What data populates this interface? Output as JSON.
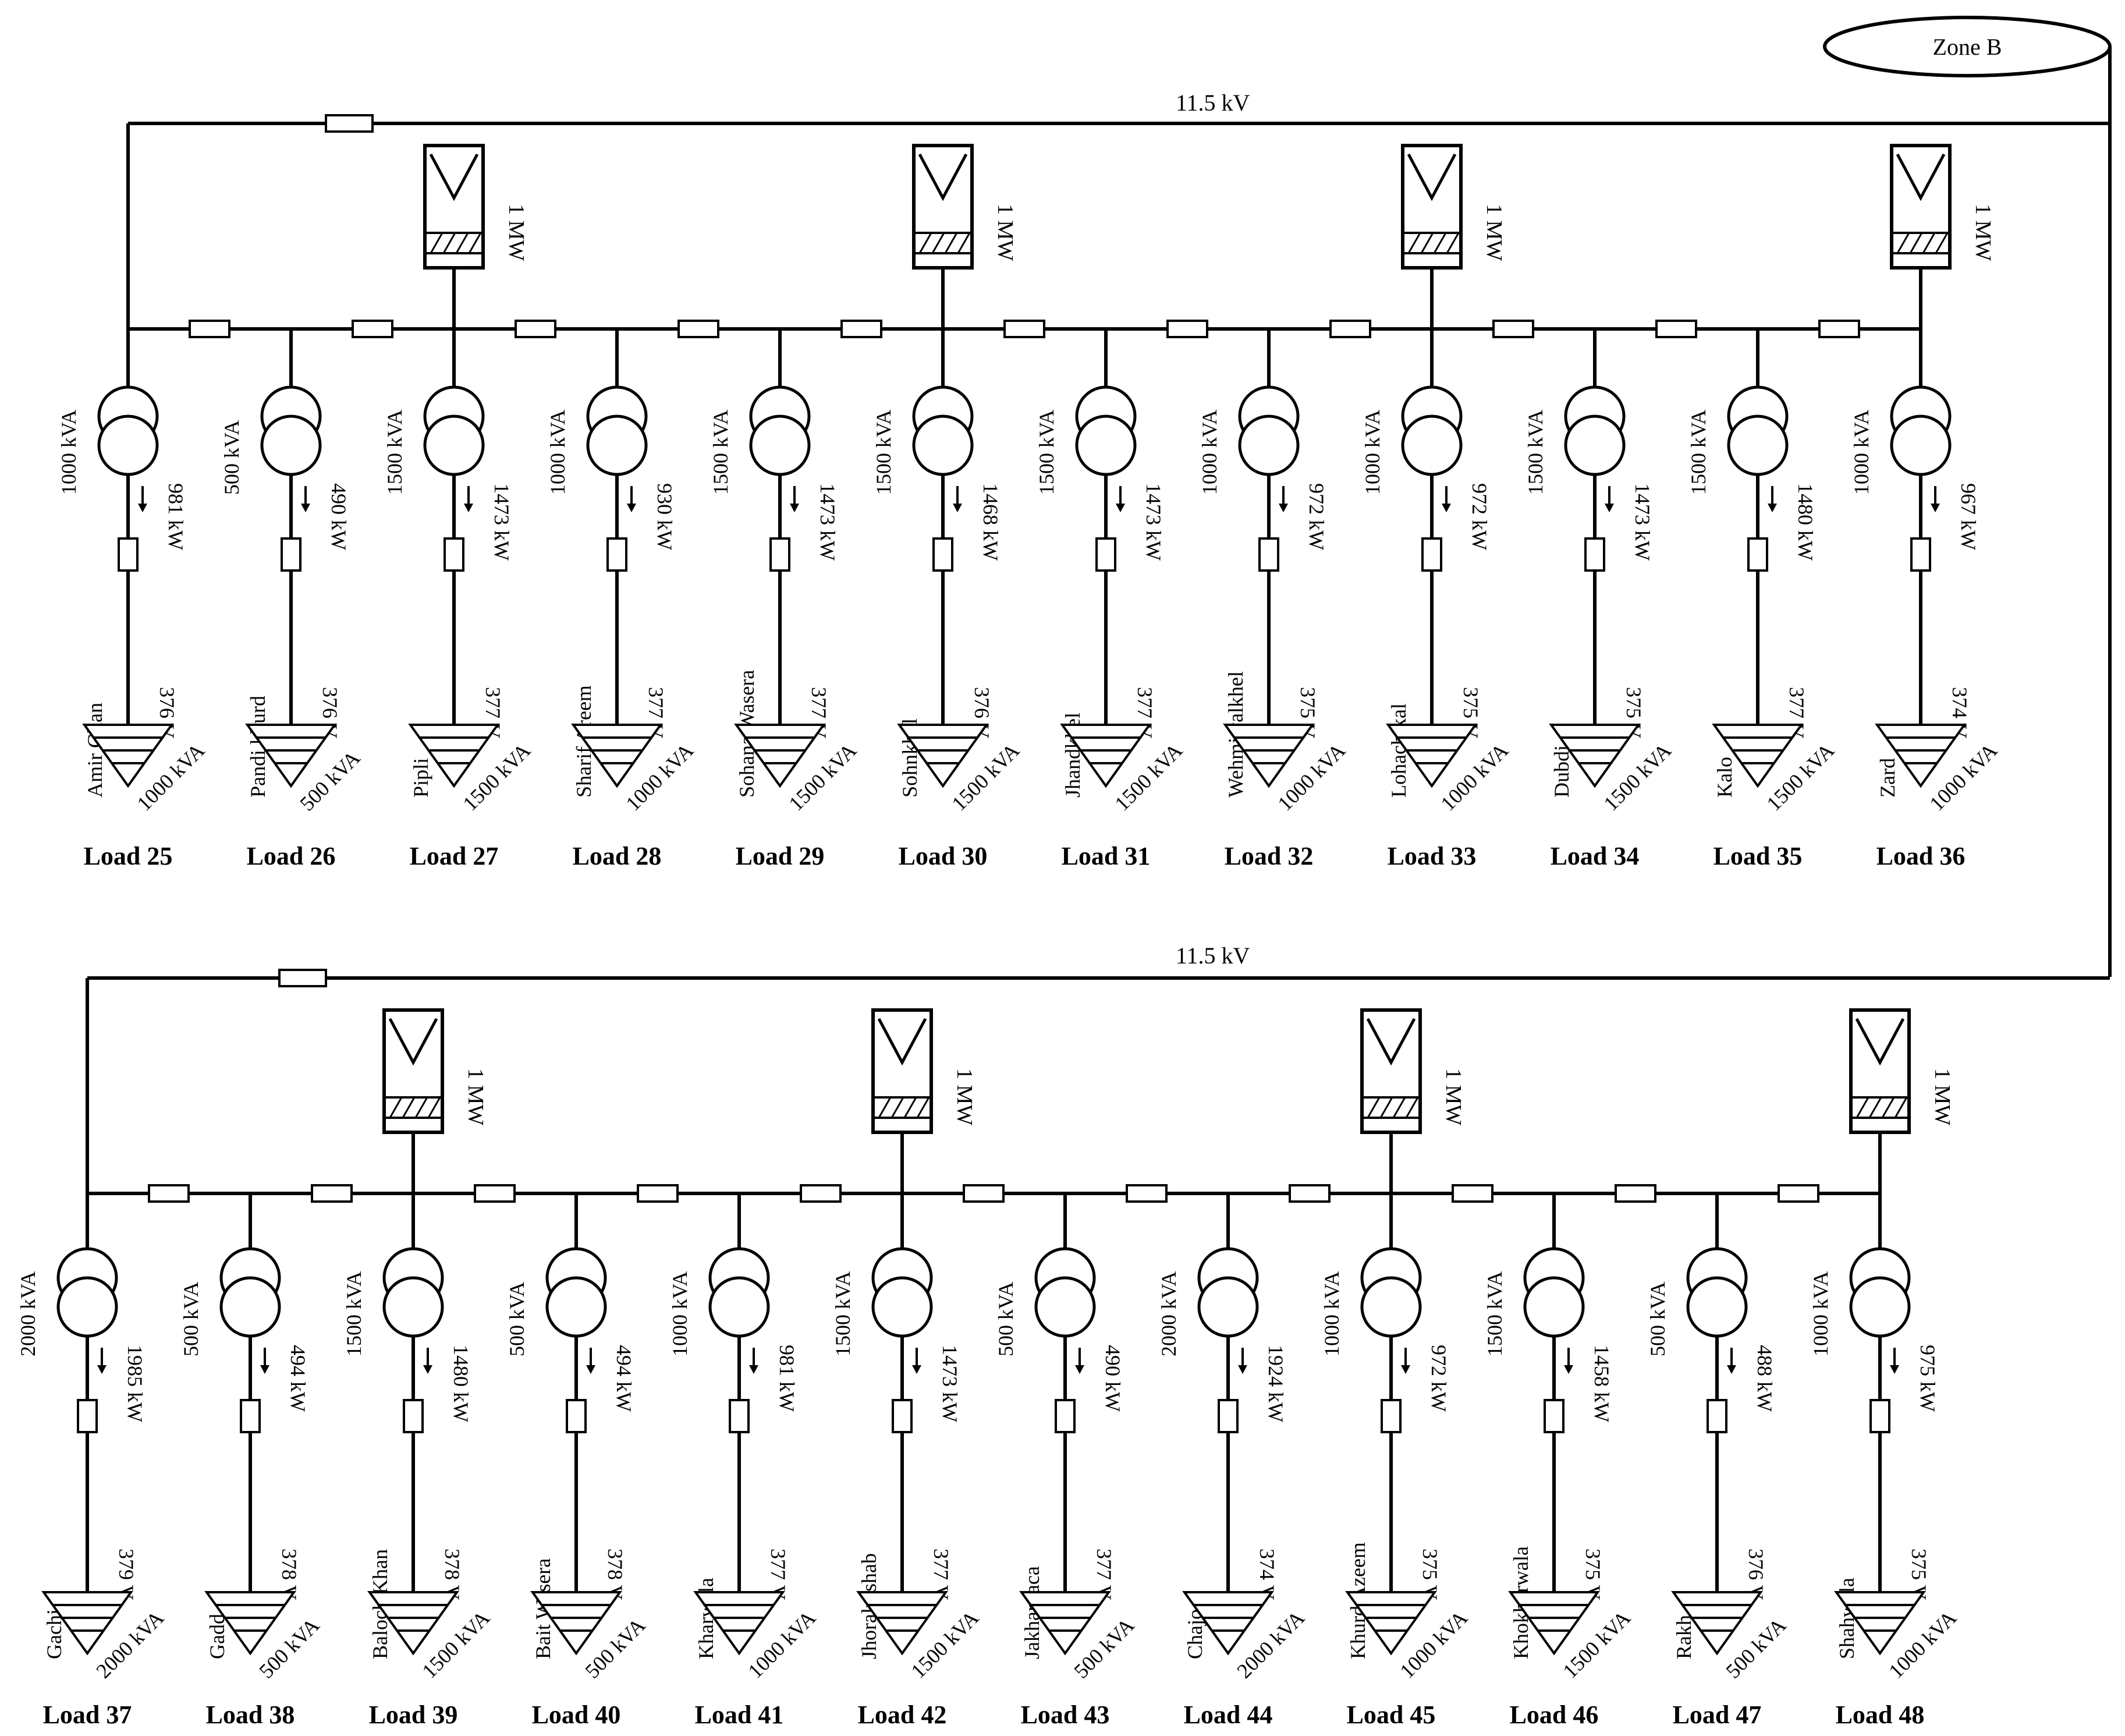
{
  "zone": {
    "label": "Zone B"
  },
  "sections": [
    {
      "voltage": "11.5 kV",
      "feeders": [
        {
          "kva": "1000 kVA",
          "kw": "981 kW",
          "name": "Amir Ghan",
          "v": "376 V",
          "load_kva": "1000 kVA",
          "load": "Load 25"
        },
        {
          "kva": "500 kVA",
          "kw": "490 kW",
          "name": "Pandi khurd",
          "v": "376 V",
          "load_kva": "500 kVA",
          "load": "Load 26"
        },
        {
          "kva": "1500 kVA",
          "kw": "1473 kW",
          "name": "Pipli",
          "v": "377 V",
          "load_kva": "1500 kVA",
          "load": "Load 27"
        },
        {
          "kva": "1000 kVA",
          "kw": "930 kW",
          "name": "Sharif Areem",
          "v": "377 V",
          "load_kva": "1000 kVA",
          "load": "Load 28"
        },
        {
          "kva": "1500 kVA",
          "kw": "1473 kW",
          "name": "Sohana Wasera",
          "v": "377 V",
          "load_kva": "1500 kVA",
          "load": "Load 29"
        },
        {
          "kva": "1500 kVA",
          "kw": "1468 kW",
          "name": "Sohnkhel",
          "v": "376 V",
          "load_kva": "1500 kVA",
          "load": "Load 30"
        },
        {
          "kva": "1500 kVA",
          "kw": "1473 kW",
          "name": "Jhandkhel",
          "v": "377 V",
          "load_kva": "1500 kVA",
          "load": "Load 31"
        },
        {
          "kva": "1000 kVA",
          "kw": "972 kW",
          "name": "Wehmiwalkhel",
          "v": "375 V",
          "load_kva": "1000 kVA",
          "load": "Load 32"
        },
        {
          "kva": "1000 kVA",
          "kw": "972 kW",
          "name": "Lohachikal",
          "v": "375 V",
          "load_kva": "1000 kVA",
          "load": "Load 33"
        },
        {
          "kva": "1500 kVA",
          "kw": "1473 kW",
          "name": "Dubdi",
          "v": "375 V",
          "load_kva": "1500 kVA",
          "load": "Load 34"
        },
        {
          "kva": "1500 kVA",
          "kw": "1480 kW",
          "name": "Kalo",
          "v": "377 V",
          "load_kva": "1500 kVA",
          "load": "Load 35"
        },
        {
          "kva": "1000 kVA",
          "kw": "967 kW",
          "name": "Zard",
          "v": "374 V",
          "load_kva": "1000 kVA",
          "load": "Load 36"
        }
      ],
      "pv": [
        "1 MW",
        "1 MW",
        "1 MW",
        "1 MW"
      ]
    },
    {
      "voltage": "11.5 kV",
      "feeders": [
        {
          "kva": "2000 kVA",
          "kw": "1985 kW",
          "name": "Gachi",
          "v": "379 V",
          "load_kva": "2000 kVA",
          "load": "Load 37"
        },
        {
          "kva": "500 kVA",
          "kw": "494 kW",
          "name": "Gadd",
          "v": "378 V",
          "load_kva": "500 kVA",
          "load": "Load 38"
        },
        {
          "kva": "1500 kVA",
          "kw": "1480 kW",
          "name": "Baloch Khan",
          "v": "378 V",
          "load_kva": "1500 kVA",
          "load": "Load 39"
        },
        {
          "kva": "500 kVA",
          "kw": "494 kW",
          "name": "Bait Wasera",
          "v": "378 V",
          "load_kva": "500 kVA",
          "load": "Load 40"
        },
        {
          "kva": "1000 kVA",
          "kw": "981 kW",
          "name": "Kharwala",
          "v": "377 V",
          "load_kva": "1000 kVA",
          "load": "Load 41"
        },
        {
          "kva": "1500 kVA",
          "kw": "1473 kW",
          "name": "Jhoralmshab",
          "v": "377 V",
          "load_kva": "1500 kVA",
          "load": "Load 42"
        },
        {
          "kva": "500 kVA",
          "kw": "490 kW",
          "name": "Jakharpaca",
          "v": "377 V",
          "load_kva": "500 kVA",
          "load": "Load 43"
        },
        {
          "kva": "2000 kVA",
          "kw": "1924 kW",
          "name": "Chajo",
          "v": "374 V",
          "load_kva": "2000 kVA",
          "load": "Load 44"
        },
        {
          "kva": "1000 kVA",
          "kw": "972 kW",
          "name": "Khurd Azeem",
          "v": "375 V",
          "load_kva": "1000 kVA",
          "load": "Load 45"
        },
        {
          "kva": "1500 kVA",
          "kw": "1458 kW",
          "name": "Khokharwala",
          "v": "375 V",
          "load_kva": "1500 kVA",
          "load": "Load 46"
        },
        {
          "kva": "500 kVA",
          "kw": "488 kW",
          "name": "Rakh",
          "v": "376 V",
          "load_kva": "500 kVA",
          "load": "Load 47"
        },
        {
          "kva": "1000 kVA",
          "kw": "975 kW",
          "name": "Shahwala",
          "v": "375 V",
          "load_kva": "1000 kVA",
          "load": "Load 48"
        }
      ],
      "pv": [
        "1 MW",
        "1 MW",
        "1 MW",
        "1 MW"
      ]
    }
  ]
}
